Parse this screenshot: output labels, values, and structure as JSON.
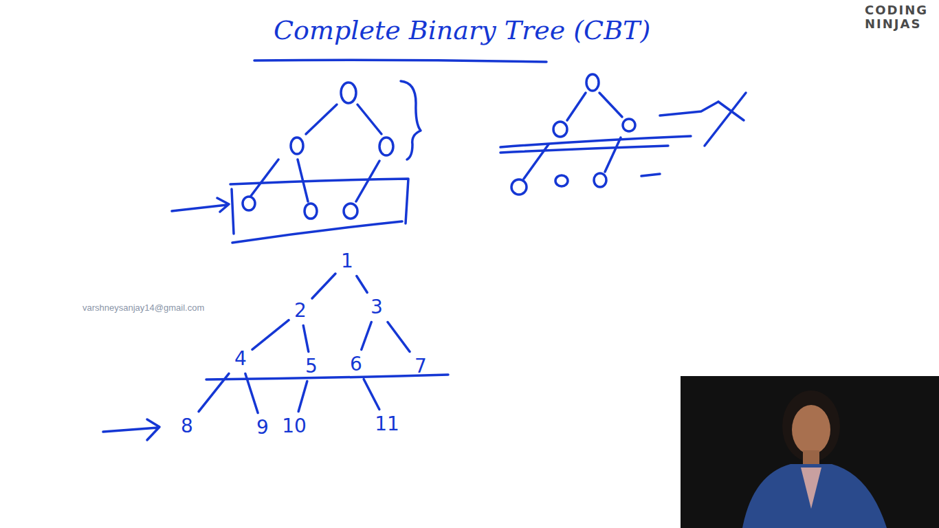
{
  "diagram": {
    "title": "Complete Binary Tree (CBT)",
    "nodes": [
      {
        "text": [
          "1"
        ]
      },
      {
        "text": [
          "2"
        ]
      },
      {
        "text": [
          "3"
        ]
      },
      {
        "text": [
          "4"
        ]
      },
      {
        "text": [
          "5"
        ]
      },
      {
        "text": [
          "6"
        ]
      },
      {
        "text": [
          "7"
        ]
      },
      {
        "text": [
          "8"
        ]
      },
      {
        "text": [
          "9"
        ]
      },
      {
        "text": [
          "10"
        ]
      },
      {
        "text": [
          "11"
        ]
      }
    ],
    "edges": [
      {
        "from": 0,
        "to": 1,
        "arrow": "none"
      },
      {
        "from": 0,
        "to": 2,
        "arrow": "none"
      },
      {
        "from": 1,
        "to": 3,
        "arrow": "none"
      },
      {
        "from": 1,
        "to": 4,
        "arrow": "none"
      },
      {
        "from": 2,
        "to": 5,
        "arrow": "none"
      },
      {
        "from": 2,
        "to": 6,
        "arrow": "none"
      },
      {
        "from": 3,
        "to": 7,
        "arrow": "none"
      },
      {
        "from": 3,
        "to": 8,
        "arrow": "none"
      },
      {
        "from": 4,
        "to": 9,
        "arrow": "none"
      },
      {
        "from": 5,
        "to": 10,
        "arrow": "none"
      }
    ],
    "labels": [
      "CODING",
      "NINJAS",
      "varshneysanjay14@gmail.com"
    ]
  }
}
